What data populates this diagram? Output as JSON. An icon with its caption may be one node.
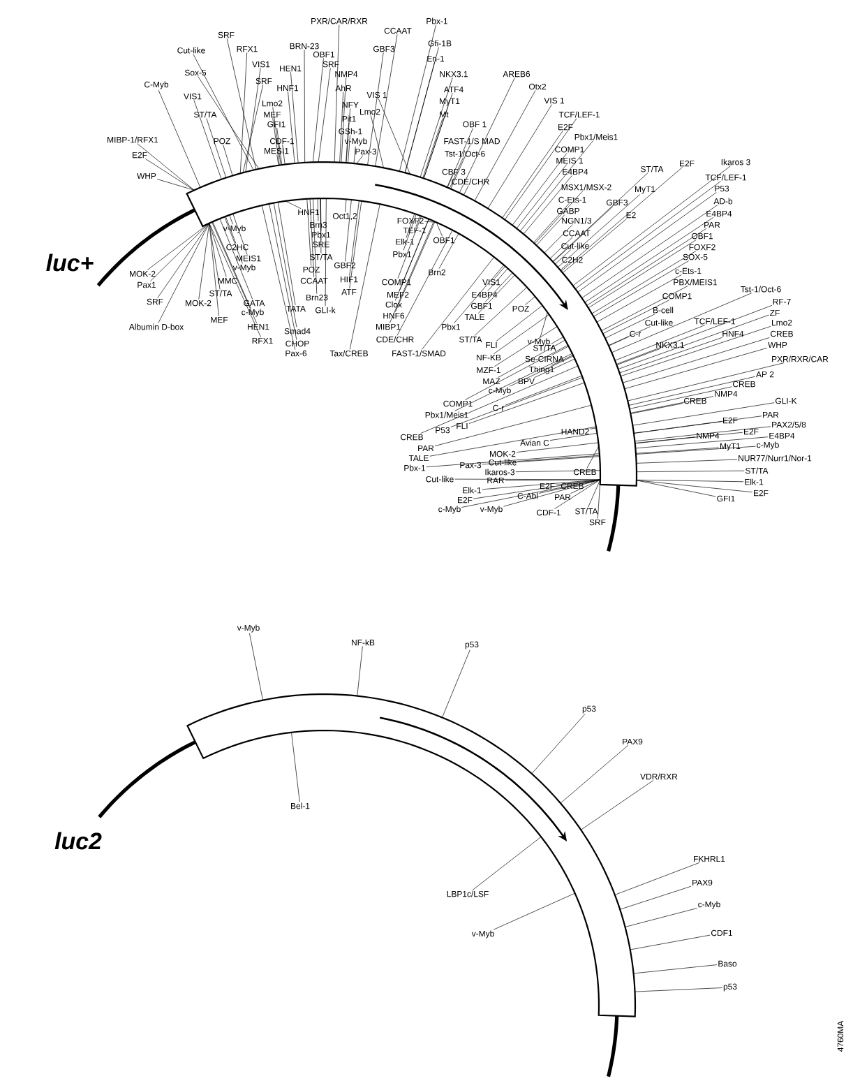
{
  "diagram": {
    "nodes": [
      {
        "text": [],
        "shape": "band"
      },
      {
        "text": [
          "SRF"
        ]
      },
      {
        "text": [
          "Cut-like"
        ]
      },
      {
        "text": [
          "RFX1"
        ]
      },
      {
        "text": [
          "VIS1"
        ]
      },
      {
        "text": [
          "Sox-5"
        ]
      },
      {
        "text": [
          "SRF"
        ]
      },
      {
        "text": [
          "C-Myb"
        ]
      },
      {
        "text": [
          "VIS1"
        ]
      },
      {
        "text": [
          "Lmo2"
        ]
      },
      {
        "text": [
          "ST/TA"
        ]
      },
      {
        "text": [
          "MEF"
        ]
      },
      {
        "text": [
          "GFI1"
        ]
      },
      {
        "text": [
          "MIBP-1/RFX1"
        ]
      },
      {
        "text": [
          "POZ"
        ]
      },
      {
        "text": [
          "CDF-1"
        ]
      },
      {
        "text": [
          "MESI1"
        ]
      },
      {
        "text": [
          "E2F"
        ]
      },
      {
        "text": [
          "WHP"
        ]
      },
      {
        "text": [
          "HEN1"
        ]
      },
      {
        "text": [
          "HNF1"
        ]
      },
      {
        "text": [
          "BRN-23"
        ]
      },
      {
        "text": [
          "OBF1"
        ]
      },
      {
        "text": [
          "SRF"
        ]
      },
      {
        "text": [
          "NMP4"
        ]
      },
      {
        "text": [
          "AhR"
        ]
      },
      {
        "text": [
          "NFY"
        ]
      },
      {
        "text": [
          "Pit1"
        ]
      },
      {
        "text": [
          "GSh-1"
        ]
      },
      {
        "text": [
          "v-Myb"
        ]
      },
      {
        "text": [
          "Pax-3"
        ]
      },
      {
        "text": [
          "PXR/CAR/RXR"
        ]
      },
      {
        "text": [
          "CCAAT"
        ]
      },
      {
        "text": [
          "Pbx-1"
        ]
      },
      {
        "text": [
          "GBF3"
        ]
      },
      {
        "text": [
          "Gfi-1B"
        ]
      },
      {
        "text": [
          "En-1"
        ]
      },
      {
        "text": [
          "NKX3.1"
        ]
      },
      {
        "text": [
          "ATF4"
        ]
      },
      {
        "text": [
          "VIS 1"
        ]
      },
      {
        "text": [
          "MyT1"
        ]
      },
      {
        "text": [
          "Lmo2"
        ]
      },
      {
        "text": [
          "Mt"
        ]
      },
      {
        "text": [
          "OBF 1"
        ]
      },
      {
        "text": [
          "FAST-1/S MAD"
        ]
      },
      {
        "text": [
          "Tst-1/Oct-6"
        ]
      },
      {
        "text": [
          "CBF 3"
        ]
      },
      {
        "text": [
          "CDE/CHR"
        ]
      },
      {
        "text": [
          "AREB6"
        ]
      },
      {
        "text": [
          "Otx2"
        ]
      },
      {
        "text": [
          "VIS 1"
        ]
      },
      {
        "text": [
          "TCF/LEF-1"
        ]
      },
      {
        "text": [
          "E2F"
        ]
      },
      {
        "text": [
          "Pbx1/Meis1"
        ]
      },
      {
        "text": [
          "COMP1"
        ]
      },
      {
        "text": [
          "MEIS 1"
        ]
      },
      {
        "text": [
          "E4BP4"
        ]
      },
      {
        "text": [
          "MSX1/MSX-2"
        ]
      },
      {
        "text": [
          "C-Ets-1"
        ]
      },
      {
        "text": [
          "GABP"
        ]
      },
      {
        "text": [
          "NGN1/3"
        ]
      },
      {
        "text": [
          "CCAAT"
        ]
      },
      {
        "text": [
          "Cut-like"
        ]
      },
      {
        "text": [
          "C2H2"
        ]
      },
      {
        "text": [
          "ST/TA"
        ]
      },
      {
        "text": [
          "E2F"
        ]
      },
      {
        "text": [
          "Ikaros 3"
        ]
      },
      {
        "text": [
          "MyT1"
        ]
      },
      {
        "text": [
          "TCF/LEF-1"
        ]
      },
      {
        "text": [
          "P53"
        ]
      },
      {
        "text": [
          "GBF3"
        ]
      },
      {
        "text": [
          "AD-b"
        ]
      },
      {
        "text": [
          "E4BP4"
        ]
      },
      {
        "text": [
          "E2"
        ]
      },
      {
        "text": [
          "PAR"
        ]
      },
      {
        "text": [
          "OBF1"
        ]
      },
      {
        "text": [
          "FOXF2"
        ]
      },
      {
        "text": [
          "SOX-5"
        ]
      },
      {
        "text": [
          "c-Ets-1"
        ]
      },
      {
        "text": [
          "PBX/MEIS1"
        ]
      },
      {
        "text": [
          "Tst-1/Oct-6"
        ]
      },
      {
        "text": [
          "COMP1"
        ]
      },
      {
        "text": [
          "RF-7"
        ]
      },
      {
        "text": [
          "B-cell"
        ]
      },
      {
        "text": [
          "ZF"
        ]
      },
      {
        "text": [
          "TCF/LEF-1"
        ]
      },
      {
        "text": [
          "Cut-like"
        ]
      },
      {
        "text": [
          "Lmo2"
        ]
      },
      {
        "text": [
          "C-r"
        ]
      },
      {
        "text": [
          "HNF4"
        ]
      },
      {
        "text": [
          "CREB"
        ]
      },
      {
        "text": [
          "NKX3.1"
        ]
      },
      {
        "text": [
          "WHP"
        ]
      },
      {
        "text": [
          "PXR/RXR/CAR"
        ]
      },
      {
        "text": [
          "AP 2"
        ]
      },
      {
        "text": [
          "CREB"
        ]
      },
      {
        "text": [
          "NMP4"
        ]
      },
      {
        "text": [
          "CREB"
        ]
      },
      {
        "text": [
          "GLI-K"
        ]
      },
      {
        "text": [
          "PAR"
        ]
      },
      {
        "text": [
          "E2F"
        ]
      },
      {
        "text": [
          "PAX2/5/8"
        ]
      },
      {
        "text": [
          "E2F"
        ]
      },
      {
        "text": [
          "NMP4"
        ]
      },
      {
        "text": [
          "E4BP4"
        ]
      },
      {
        "text": [
          "c-Myb"
        ]
      },
      {
        "text": [
          "MyT1"
        ]
      },
      {
        "text": [
          "NUR77/Nurr1/Nor-1"
        ]
      },
      {
        "text": [
          "ST/TA"
        ]
      },
      {
        "text": [
          "Elk-1"
        ]
      },
      {
        "text": [
          "E2F"
        ]
      },
      {
        "text": [
          "GFI1"
        ]
      },
      {
        "text": [
          "HNF1"
        ]
      },
      {
        "text": [
          "Oct1,2"
        ]
      },
      {
        "text": [
          "v-Myb"
        ]
      },
      {
        "text": [
          "Brn3"
        ]
      },
      {
        "text": [
          "Pbx1"
        ]
      },
      {
        "text": [
          "SRE"
        ]
      },
      {
        "text": [
          "C2HC"
        ]
      },
      {
        "text": [
          "ST/TA"
        ]
      },
      {
        "text": [
          "MEIS1"
        ]
      },
      {
        "text": [
          "v-Myb"
        ]
      },
      {
        "text": [
          "POZ"
        ]
      },
      {
        "text": [
          "GBF2"
        ]
      },
      {
        "text": [
          "MOK-2"
        ]
      },
      {
        "text": [
          "HIF1"
        ]
      },
      {
        "text": [
          "MMC"
        ]
      },
      {
        "text": [
          "CCAAT"
        ]
      },
      {
        "text": [
          "Pax1"
        ]
      },
      {
        "text": [
          "ATF"
        ]
      },
      {
        "text": [
          "ST/TA"
        ]
      },
      {
        "text": [
          "Brn23"
        ]
      },
      {
        "text": [
          "SRF"
        ]
      },
      {
        "text": [
          "MOK-2"
        ]
      },
      {
        "text": [
          "GATA"
        ]
      },
      {
        "text": [
          "TATA"
        ]
      },
      {
        "text": [
          "GLI-k"
        ]
      },
      {
        "text": [
          "c-Myb"
        ]
      },
      {
        "text": [
          "MEF"
        ]
      },
      {
        "text": [
          "Albumin D-box"
        ]
      },
      {
        "text": [
          "HEN1"
        ]
      },
      {
        "text": [
          "Smad4"
        ]
      },
      {
        "text": [
          "RFX1"
        ]
      },
      {
        "text": [
          "CHOP"
        ]
      },
      {
        "text": [
          "Pax-6"
        ]
      },
      {
        "text": [
          "Tax/CREB"
        ]
      },
      {
        "text": [
          "FOXF2"
        ]
      },
      {
        "text": [
          "TEF-1"
        ]
      },
      {
        "text": [
          "OBF1"
        ]
      },
      {
        "text": [
          "Elk-1"
        ]
      },
      {
        "text": [
          "Pbx1"
        ]
      },
      {
        "text": [
          "Brn2"
        ]
      },
      {
        "text": [
          "COMP1"
        ]
      },
      {
        "text": [
          "VIS1"
        ]
      },
      {
        "text": [
          "MEF2"
        ]
      },
      {
        "text": [
          "E4BP4"
        ]
      },
      {
        "text": [
          "Clox"
        ]
      },
      {
        "text": [
          "GBF1"
        ]
      },
      {
        "text": [
          "POZ"
        ]
      },
      {
        "text": [
          "HNF6"
        ]
      },
      {
        "text": [
          "TALE"
        ]
      },
      {
        "text": [
          "MIBP1"
        ]
      },
      {
        "text": [
          "Pbx1"
        ]
      },
      {
        "text": [
          "v-Myb"
        ]
      },
      {
        "text": [
          "CDE/CHR"
        ]
      },
      {
        "text": [
          "ST/TA"
        ]
      },
      {
        "text": [
          "FLI"
        ]
      },
      {
        "text": [
          "ST/TA"
        ]
      },
      {
        "text": [
          "FAST-1/SMAD"
        ]
      },
      {
        "text": [
          "NF-KB"
        ]
      },
      {
        "text": [
          "Se-CIRNA"
        ]
      },
      {
        "text": [
          "MZF-1"
        ]
      },
      {
        "text": [
          "Thing1"
        ]
      },
      {
        "text": [
          "MAZ"
        ]
      },
      {
        "text": [
          "BPV"
        ]
      },
      {
        "text": [
          "c-Myb"
        ]
      },
      {
        "text": [
          "COMP1"
        ]
      },
      {
        "text": [
          "C-r"
        ]
      },
      {
        "text": [
          "Pbx1/Meis1"
        ]
      },
      {
        "text": [
          "FLI"
        ]
      },
      {
        "text": [
          "P53"
        ]
      },
      {
        "text": [
          "HAND2"
        ]
      },
      {
        "text": [
          "CREB"
        ]
      },
      {
        "text": [
          "Avian C"
        ]
      },
      {
        "text": [
          "PAR"
        ]
      },
      {
        "text": [
          "MOK-2"
        ]
      },
      {
        "text": [
          "TALE"
        ]
      },
      {
        "text": [
          "Cut-like"
        ]
      },
      {
        "text": [
          "Pax-3"
        ]
      },
      {
        "text": [
          "Pbx-1"
        ]
      },
      {
        "text": [
          "Ikaros-3"
        ]
      },
      {
        "text": [
          "CREB"
        ]
      },
      {
        "text": [
          "Cut-like"
        ]
      },
      {
        "text": [
          "RAR"
        ]
      },
      {
        "text": [
          "E2F"
        ]
      },
      {
        "text": [
          "CREB"
        ]
      },
      {
        "text": [
          "Elk-1"
        ]
      },
      {
        "text": [
          "C-Abl"
        ]
      },
      {
        "text": [
          "PAR"
        ]
      },
      {
        "text": [
          "E2F"
        ]
      },
      {
        "text": [
          "c-Myb"
        ]
      },
      {
        "text": [
          "v-Myb"
        ]
      },
      {
        "text": [
          "CDF-1"
        ]
      },
      {
        "text": [
          "ST/TA"
        ]
      },
      {
        "text": [
          "SRF"
        ]
      },
      {
        "text": [],
        "shape": "band"
      },
      {
        "text": [
          "v-Myb"
        ]
      },
      {
        "text": [
          "NF-kB"
        ]
      },
      {
        "text": [
          "p53"
        ]
      },
      {
        "text": [
          "p53"
        ]
      },
      {
        "text": [
          "PAX9"
        ]
      },
      {
        "text": [
          "VDR/RXR"
        ]
      },
      {
        "text": [
          "Bel-1"
        ]
      },
      {
        "text": [
          "FKHRL1"
        ]
      },
      {
        "text": [
          "PAX9"
        ]
      },
      {
        "text": [
          "c-Myb"
        ]
      },
      {
        "text": [
          "LBP1c/LSF"
        ]
      },
      {
        "text": [
          "CDF1"
        ]
      },
      {
        "text": [
          "v-Myb"
        ]
      },
      {
        "text": [
          "Baso"
        ]
      },
      {
        "text": [
          "p53"
        ]
      }
    ],
    "edges": [
      {
        "from": 1,
        "to": 0,
        "arrow": "none"
      },
      {
        "from": 2,
        "to": 0,
        "arrow": "none"
      },
      {
        "from": 3,
        "to": 0,
        "arrow": "none"
      },
      {
        "from": 4,
        "to": 0,
        "arrow": "none"
      },
      {
        "from": 5,
        "to": 0,
        "arrow": "none"
      },
      {
        "from": 6,
        "to": 0,
        "arrow": "none"
      },
      {
        "from": 7,
        "to": 0,
        "arrow": "none"
      },
      {
        "from": 8,
        "to": 0,
        "arrow": "none"
      },
      {
        "from": 9,
        "to": 0,
        "arrow": "none"
      },
      {
        "from": 10,
        "to": 0,
        "arrow": "none"
      },
      {
        "from": 11,
        "to": 0,
        "arrow": "none"
      },
      {
        "from": 12,
        "to": 0,
        "arrow": "none"
      },
      {
        "from": 13,
        "to": 0,
        "arrow": "none"
      },
      {
        "from": 14,
        "to": 0,
        "arrow": "none"
      },
      {
        "from": 15,
        "to": 0,
        "arrow": "none"
      },
      {
        "from": 16,
        "to": 0,
        "arrow": "none"
      },
      {
        "from": 17,
        "to": 0,
        "arrow": "none"
      },
      {
        "from": 18,
        "to": 0,
        "arrow": "none"
      },
      {
        "from": 19,
        "to": 0,
        "arrow": "none"
      },
      {
        "from": 20,
        "to": 0,
        "arrow": "none"
      },
      {
        "from": 21,
        "to": 0,
        "arrow": "none"
      },
      {
        "from": 22,
        "to": 0,
        "arrow": "none"
      },
      {
        "from": 23,
        "to": 0,
        "arrow": "none"
      },
      {
        "from": 24,
        "to": 0,
        "arrow": "none"
      },
      {
        "from": 25,
        "to": 0,
        "arrow": "none"
      },
      {
        "from": 26,
        "to": 0,
        "arrow": "none"
      },
      {
        "from": 27,
        "to": 0,
        "arrow": "none"
      },
      {
        "from": 28,
        "to": 0,
        "arrow": "none"
      },
      {
        "from": 29,
        "to": 0,
        "arrow": "none"
      },
      {
        "from": 30,
        "to": 0,
        "arrow": "none"
      },
      {
        "from": 31,
        "to": 0,
        "arrow": "none"
      },
      {
        "from": 32,
        "to": 0,
        "arrow": "none"
      },
      {
        "from": 33,
        "to": 0,
        "arrow": "none"
      },
      {
        "from": 34,
        "to": 0,
        "arrow": "none"
      },
      {
        "from": 35,
        "to": 0,
        "arrow": "none"
      },
      {
        "from": 36,
        "to": 0,
        "arrow": "none"
      },
      {
        "from": 37,
        "to": 0,
        "arrow": "none"
      },
      {
        "from": 38,
        "to": 0,
        "arrow": "none"
      },
      {
        "from": 39,
        "to": 0,
        "arrow": "none"
      },
      {
        "from": 40,
        "to": 0,
        "arrow": "none"
      },
      {
        "from": 41,
        "to": 0,
        "arrow": "none"
      },
      {
        "from": 42,
        "to": 0,
        "arrow": "none"
      },
      {
        "from": 43,
        "to": 0,
        "arrow": "none"
      },
      {
        "from": 44,
        "to": 0,
        "arrow": "none"
      },
      {
        "from": 45,
        "to": 0,
        "arrow": "none"
      },
      {
        "from": 46,
        "to": 0,
        "arrow": "none"
      },
      {
        "from": 47,
        "to": 0,
        "arrow": "none"
      },
      {
        "from": 48,
        "to": 0,
        "arrow": "none"
      },
      {
        "from": 49,
        "to": 0,
        "arrow": "none"
      },
      {
        "from": 50,
        "to": 0,
        "arrow": "none"
      },
      {
        "from": 51,
        "to": 0,
        "arrow": "none"
      },
      {
        "from": 52,
        "to": 0,
        "arrow": "none"
      },
      {
        "from": 53,
        "to": 0,
        "arrow": "none"
      },
      {
        "from": 54,
        "to": 0,
        "arrow": "none"
      },
      {
        "from": 55,
        "to": 0,
        "arrow": "none"
      },
      {
        "from": 56,
        "to": 0,
        "arrow": "none"
      },
      {
        "from": 57,
        "to": 0,
        "arrow": "none"
      },
      {
        "from": 58,
        "to": 0,
        "arrow": "none"
      },
      {
        "from": 59,
        "to": 0,
        "arrow": "none"
      },
      {
        "from": 60,
        "to": 0,
        "arrow": "none"
      },
      {
        "from": 61,
        "to": 0,
        "arrow": "none"
      },
      {
        "from": 62,
        "to": 0,
        "arrow": "none"
      },
      {
        "from": 63,
        "to": 0,
        "arrow": "none"
      },
      {
        "from": 64,
        "to": 0,
        "arrow": "none"
      },
      {
        "from": 65,
        "to": 0,
        "arrow": "none"
      },
      {
        "from": 66,
        "to": 0,
        "arrow": "none"
      },
      {
        "from": 67,
        "to": 0,
        "arrow": "none"
      },
      {
        "from": 68,
        "to": 0,
        "arrow": "none"
      },
      {
        "from": 69,
        "to": 0,
        "arrow": "none"
      },
      {
        "from": 70,
        "to": 0,
        "arrow": "none"
      },
      {
        "from": 71,
        "to": 0,
        "arrow": "none"
      },
      {
        "from": 72,
        "to": 0,
        "arrow": "none"
      },
      {
        "from": 73,
        "to": 0,
        "arrow": "none"
      },
      {
        "from": 74,
        "to": 0,
        "arrow": "none"
      },
      {
        "from": 75,
        "to": 0,
        "arrow": "none"
      },
      {
        "from": 76,
        "to": 0,
        "arrow": "none"
      },
      {
        "from": 77,
        "to": 0,
        "arrow": "none"
      },
      {
        "from": 78,
        "to": 0,
        "arrow": "none"
      },
      {
        "from": 79,
        "to": 0,
        "arrow": "none"
      },
      {
        "from": 80,
        "to": 0,
        "arrow": "none"
      },
      {
        "from": 81,
        "to": 0,
        "arrow": "none"
      },
      {
        "from": 82,
        "to": 0,
        "arrow": "none"
      },
      {
        "from": 83,
        "to": 0,
        "arrow": "none"
      },
      {
        "from": 84,
        "to": 0,
        "arrow": "none"
      },
      {
        "from": 85,
        "to": 0,
        "arrow": "none"
      },
      {
        "from": 86,
        "to": 0,
        "arrow": "none"
      },
      {
        "from": 87,
        "to": 0,
        "arrow": "none"
      },
      {
        "from": 88,
        "to": 0,
        "arrow": "none"
      },
      {
        "from": 89,
        "to": 0,
        "arrow": "none"
      },
      {
        "from": 90,
        "to": 0,
        "arrow": "none"
      },
      {
        "from": 91,
        "to": 0,
        "arrow": "none"
      },
      {
        "from": 92,
        "to": 0,
        "arrow": "none"
      },
      {
        "from": 93,
        "to": 0,
        "arrow": "none"
      },
      {
        "from": 94,
        "to": 0,
        "arrow": "none"
      },
      {
        "from": 95,
        "to": 0,
        "arrow": "none"
      },
      {
        "from": 96,
        "to": 0,
        "arrow": "none"
      },
      {
        "from": 97,
        "to": 0,
        "arrow": "none"
      },
      {
        "from": 98,
        "to": 0,
        "arrow": "none"
      },
      {
        "from": 99,
        "to": 0,
        "arrow": "none"
      },
      {
        "from": 100,
        "to": 0,
        "arrow": "none"
      },
      {
        "from": 101,
        "to": 0,
        "arrow": "none"
      },
      {
        "from": 102,
        "to": 0,
        "arrow": "none"
      },
      {
        "from": 103,
        "to": 0,
        "arrow": "none"
      },
      {
        "from": 104,
        "to": 0,
        "arrow": "none"
      },
      {
        "from": 105,
        "to": 0,
        "arrow": "none"
      },
      {
        "from": 106,
        "to": 0,
        "arrow": "none"
      },
      {
        "from": 107,
        "to": 0,
        "arrow": "none"
      },
      {
        "from": 108,
        "to": 0,
        "arrow": "none"
      },
      {
        "from": 109,
        "to": 0,
        "arrow": "none"
      },
      {
        "from": 110,
        "to": 0,
        "arrow": "none"
      },
      {
        "from": 111,
        "to": 0,
        "arrow": "none"
      },
      {
        "from": 112,
        "to": 0,
        "arrow": "none"
      },
      {
        "from": 113,
        "to": 0,
        "arrow": "none"
      },
      {
        "from": 114,
        "to": 0,
        "arrow": "none"
      },
      {
        "from": 115,
        "to": 0,
        "arrow": "none"
      },
      {
        "from": 116,
        "to": 0,
        "arrow": "none"
      },
      {
        "from": 117,
        "to": 0,
        "arrow": "none"
      },
      {
        "from": 118,
        "to": 0,
        "arrow": "none"
      },
      {
        "from": 119,
        "to": 0,
        "arrow": "none"
      },
      {
        "from": 120,
        "to": 0,
        "arrow": "none"
      },
      {
        "from": 121,
        "to": 0,
        "arrow": "none"
      },
      {
        "from": 122,
        "to": 0,
        "arrow": "none"
      },
      {
        "from": 123,
        "to": 0,
        "arrow": "none"
      },
      {
        "from": 124,
        "to": 0,
        "arrow": "none"
      },
      {
        "from": 125,
        "to": 0,
        "arrow": "none"
      },
      {
        "from": 126,
        "to": 0,
        "arrow": "none"
      },
      {
        "from": 127,
        "to": 0,
        "arrow": "none"
      },
      {
        "from": 128,
        "to": 0,
        "arrow": "none"
      },
      {
        "from": 129,
        "to": 0,
        "arrow": "none"
      },
      {
        "from": 130,
        "to": 0,
        "arrow": "none"
      },
      {
        "from": 131,
        "to": 0,
        "arrow": "none"
      },
      {
        "from": 132,
        "to": 0,
        "arrow": "none"
      },
      {
        "from": 133,
        "to": 0,
        "arrow": "none"
      },
      {
        "from": 134,
        "to": 0,
        "arrow": "none"
      },
      {
        "from": 135,
        "to": 0,
        "arrow": "none"
      },
      {
        "from": 136,
        "to": 0,
        "arrow": "none"
      },
      {
        "from": 137,
        "to": 0,
        "arrow": "none"
      },
      {
        "from": 138,
        "to": 0,
        "arrow": "none"
      },
      {
        "from": 139,
        "to": 0,
        "arrow": "none"
      },
      {
        "from": 140,
        "to": 0,
        "arrow": "none"
      },
      {
        "from": 141,
        "to": 0,
        "arrow": "none"
      },
      {
        "from": 142,
        "to": 0,
        "arrow": "none"
      },
      {
        "from": 143,
        "to": 0,
        "arrow": "none"
      },
      {
        "from": 144,
        "to": 0,
        "arrow": "none"
      },
      {
        "from": 145,
        "to": 0,
        "arrow": "none"
      },
      {
        "from": 146,
        "to": 0,
        "arrow": "none"
      },
      {
        "from": 147,
        "to": 0,
        "arrow": "none"
      },
      {
        "from": 148,
        "to": 0,
        "arrow": "none"
      },
      {
        "from": 149,
        "to": 0,
        "arrow": "none"
      },
      {
        "from": 150,
        "to": 0,
        "arrow": "none"
      },
      {
        "from": 151,
        "to": 0,
        "arrow": "none"
      },
      {
        "from": 152,
        "to": 0,
        "arrow": "none"
      },
      {
        "from": 153,
        "to": 0,
        "arrow": "none"
      },
      {
        "from": 154,
        "to": 0,
        "arrow": "none"
      },
      {
        "from": 155,
        "to": 0,
        "arrow": "none"
      },
      {
        "from": 156,
        "to": 0,
        "arrow": "none"
      },
      {
        "from": 157,
        "to": 0,
        "arrow": "none"
      },
      {
        "from": 158,
        "to": 0,
        "arrow": "none"
      },
      {
        "from": 159,
        "to": 0,
        "arrow": "none"
      },
      {
        "from": 160,
        "to": 0,
        "arrow": "none"
      },
      {
        "from": 161,
        "to": 0,
        "arrow": "none"
      },
      {
        "from": 162,
        "to": 0,
        "arrow": "none"
      },
      {
        "from": 163,
        "to": 0,
        "arrow": "none"
      },
      {
        "from": 164,
        "to": 0,
        "arrow": "none"
      },
      {
        "from": 165,
        "to": 0,
        "arrow": "none"
      },
      {
        "from": 166,
        "to": 0,
        "arrow": "none"
      },
      {
        "from": 167,
        "to": 0,
        "arrow": "none"
      },
      {
        "from": 168,
        "to": 0,
        "arrow": "none"
      },
      {
        "from": 169,
        "to": 0,
        "arrow": "none"
      },
      {
        "from": 170,
        "to": 0,
        "arrow": "none"
      },
      {
        "from": 171,
        "to": 0,
        "arrow": "none"
      },
      {
        "from": 172,
        "to": 0,
        "arrow": "none"
      },
      {
        "from": 173,
        "to": 0,
        "arrow": "none"
      },
      {
        "from": 174,
        "to": 0,
        "arrow": "none"
      },
      {
        "from": 175,
        "to": 0,
        "arrow": "none"
      },
      {
        "from": 176,
        "to": 0,
        "arrow": "none"
      },
      {
        "from": 177,
        "to": 0,
        "arrow": "none"
      },
      {
        "from": 178,
        "to": 0,
        "arrow": "none"
      },
      {
        "from": 179,
        "to": 0,
        "arrow": "none"
      },
      {
        "from": 180,
        "to": 0,
        "arrow": "none"
      },
      {
        "from": 181,
        "to": 0,
        "arrow": "none"
      },
      {
        "from": 182,
        "to": 0,
        "arrow": "none"
      },
      {
        "from": 183,
        "to": 0,
        "arrow": "none"
      },
      {
        "from": 184,
        "to": 0,
        "arrow": "none"
      },
      {
        "from": 185,
        "to": 0,
        "arrow": "none"
      },
      {
        "from": 186,
        "to": 0,
        "arrow": "none"
      },
      {
        "from": 187,
        "to": 0,
        "arrow": "none"
      },
      {
        "from": 188,
        "to": 0,
        "arrow": "none"
      },
      {
        "from": 189,
        "to": 0,
        "arrow": "none"
      },
      {
        "from": 190,
        "to": 0,
        "arrow": "none"
      },
      {
        "from": 191,
        "to": 0,
        "arrow": "none"
      },
      {
        "from": 192,
        "to": 0,
        "arrow": "none"
      },
      {
        "from": 193,
        "to": 0,
        "arrow": "none"
      },
      {
        "from": 194,
        "to": 0,
        "arrow": "none"
      },
      {
        "from": 195,
        "to": 0,
        "arrow": "none"
      },
      {
        "from": 196,
        "to": 0,
        "arrow": "none"
      },
      {
        "from": 197,
        "to": 0,
        "arrow": "none"
      },
      {
        "from": 198,
        "to": 0,
        "arrow": "none"
      },
      {
        "from": 199,
        "to": 0,
        "arrow": "none"
      },
      {
        "from": 200,
        "to": 0,
        "arrow": "none"
      },
      {
        "from": 201,
        "to": 0,
        "arrow": "none"
      },
      {
        "from": 202,
        "to": 0,
        "arrow": "none"
      },
      {
        "from": 203,
        "to": 0,
        "arrow": "none"
      },
      {
        "from": 204,
        "to": 0,
        "arrow": "none"
      },
      {
        "from": 206,
        "to": 205,
        "arrow": "none"
      },
      {
        "from": 207,
        "to": 205,
        "arrow": "none"
      },
      {
        "from": 208,
        "to": 205,
        "arrow": "none"
      },
      {
        "from": 209,
        "to": 205,
        "arrow": "none"
      },
      {
        "from": 210,
        "to": 205,
        "arrow": "none"
      },
      {
        "from": 211,
        "to": 205,
        "arrow": "none"
      },
      {
        "from": 212,
        "to": 205,
        "arrow": "none"
      },
      {
        "from": 213,
        "to": 205,
        "arrow": "none"
      },
      {
        "from": 214,
        "to": 205,
        "arrow": "none"
      },
      {
        "from": 215,
        "to": 205,
        "arrow": "none"
      },
      {
        "from": 216,
        "to": 205,
        "arrow": "none"
      },
      {
        "from": 217,
        "to": 205,
        "arrow": "none"
      },
      {
        "from": 218,
        "to": 205,
        "arrow": "none"
      },
      {
        "from": 219,
        "to": 205,
        "arrow": "none"
      },
      {
        "from": 220,
        "to": 205,
        "arrow": "none"
      }
    ],
    "labels": [
      "luc+",
      "luc2",
      "4760MA"
    ]
  }
}
